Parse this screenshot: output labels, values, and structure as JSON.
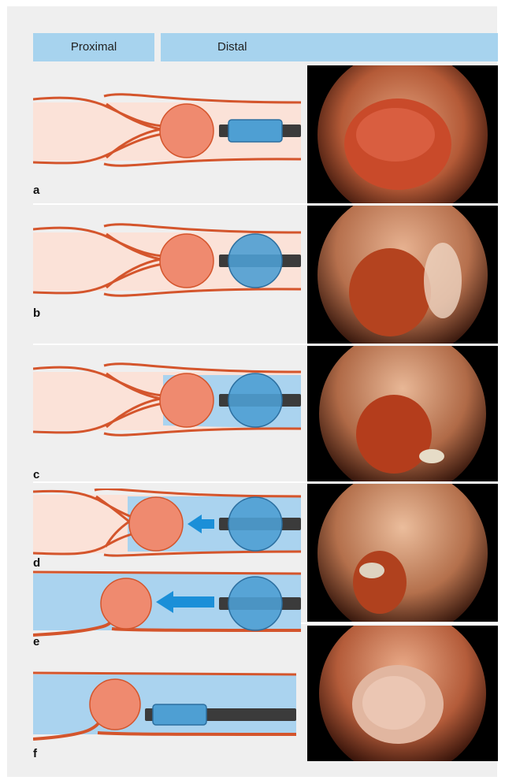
{
  "header": {
    "proximal": "Proximal",
    "distal": "Distal"
  },
  "panels": [
    {
      "label": "a"
    },
    {
      "label": "b"
    },
    {
      "label": "c"
    },
    {
      "label": "d"
    },
    {
      "label": "e"
    },
    {
      "label": "f"
    }
  ],
  "colors": {
    "tissue": "#fbe2d8",
    "wall": "#d4552c",
    "stone": "#ef8a6f",
    "water": "#aad3ef",
    "balloon": "#4e9fd3",
    "rod": "#3b3b3b",
    "arrow": "#1b8fd8"
  }
}
